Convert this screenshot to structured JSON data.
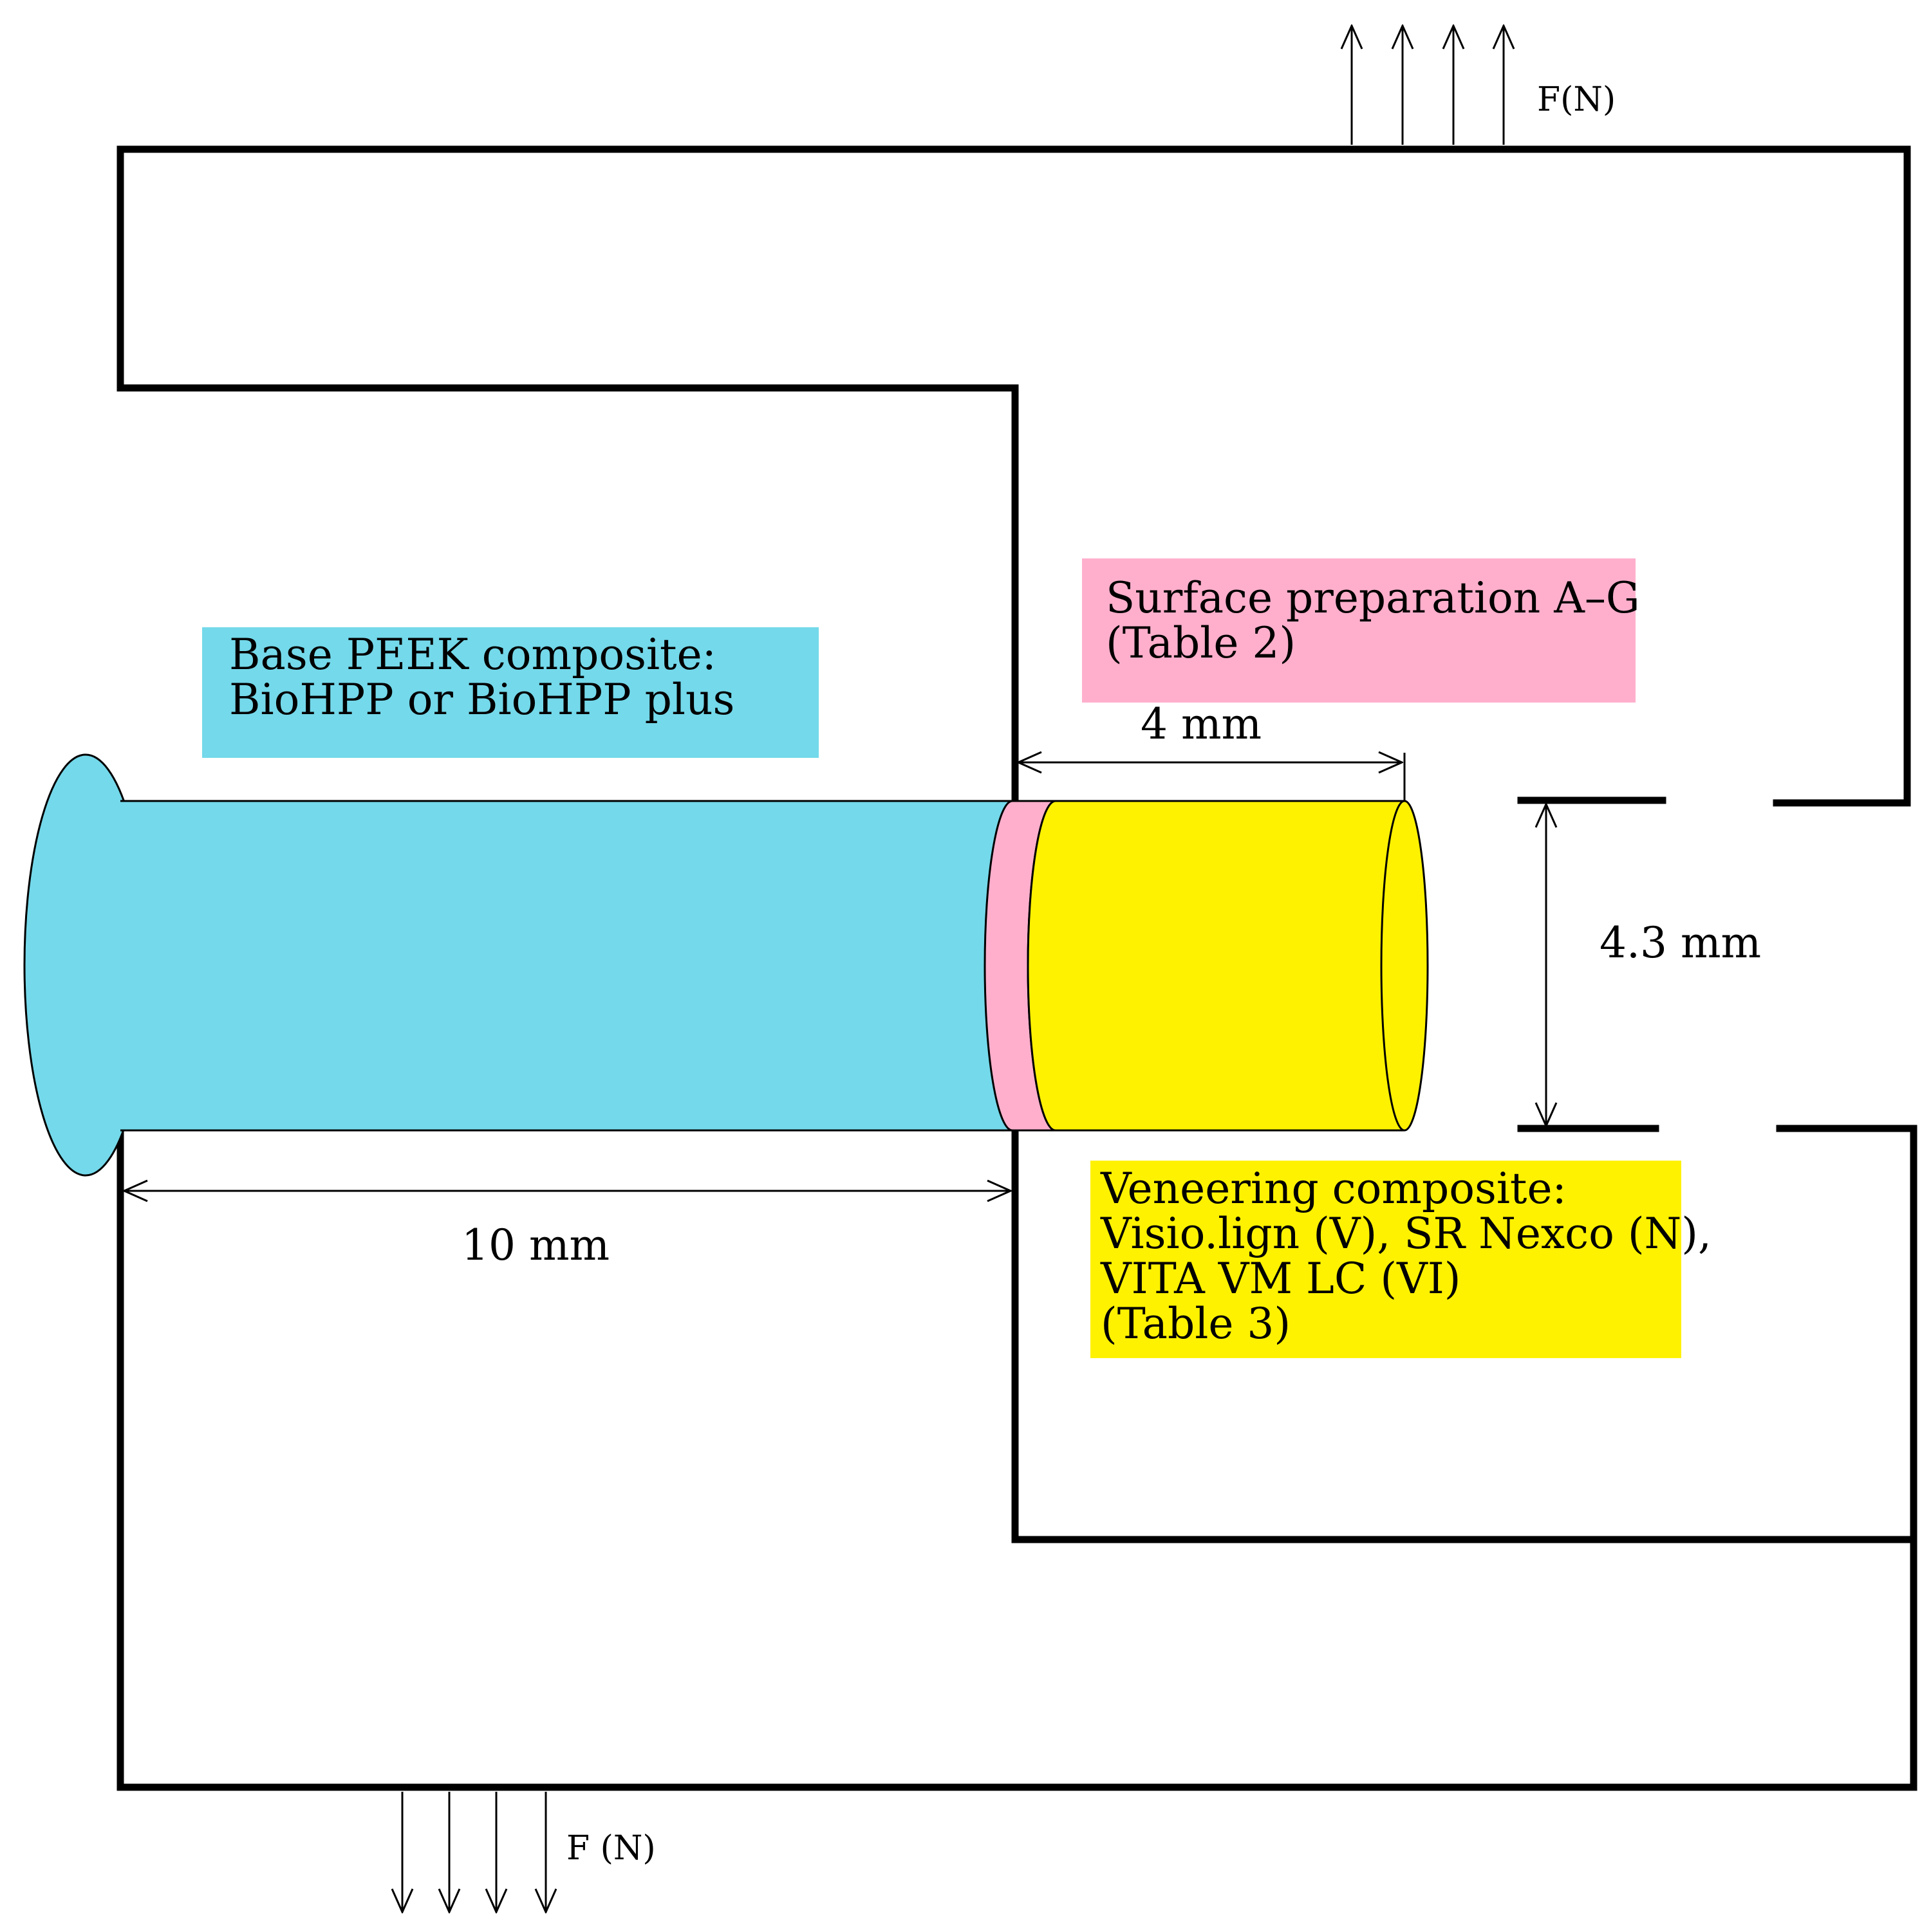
{
  "colors": {
    "peek": "#74d9ea",
    "surface": "#ffafcc",
    "veneer": "#fff200",
    "line": "#000000"
  },
  "labels": {
    "force_top": "F(N)",
    "force_bottom": "F (N)",
    "base_box": [
      "Base PEEK composite:",
      "BioHPP or BioHPP plus"
    ],
    "surface_box": [
      "Surface preparation A–G",
      "(Table 2)"
    ],
    "veneer_box": [
      "Veneering composite:",
      "Visio.lign (V), SR Nexco (N),",
      "VITA VM LC (VI)",
      "(Table 3)"
    ]
  },
  "dimensions": {
    "veneer_length": "4 mm",
    "diameter": "4.3 mm",
    "base_length": "10 mm"
  }
}
